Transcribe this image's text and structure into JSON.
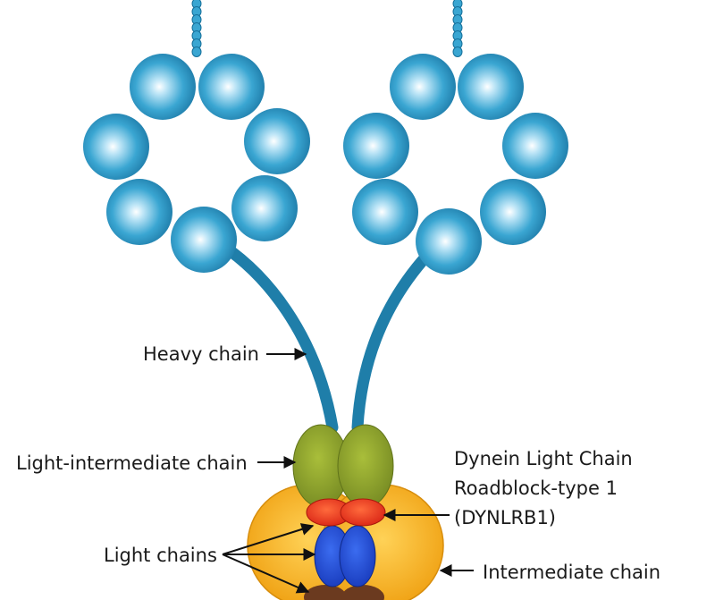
{
  "labels": {
    "heavy_chain": "Heavy chain",
    "light_intermediate_chain": "Light-intermediate chain",
    "dynlrb1_line1": "Dynein Light Chain",
    "dynlrb1_line2": "Roadblock-type 1",
    "dynlrb1_line3": "(DYNLRB1)",
    "light_chains": "Light chains",
    "intermediate_chain": "Intermediate chain"
  },
  "colors": {
    "bead_blue": "#2f9fcf",
    "stalk_blue": "#1f7ea9",
    "light_intermediate_green": "#8fa52c",
    "dynlrb1_red": "#e8321e",
    "light_chain_blue": "#1d4ed8",
    "intermediate_yellow": "#f5b21c",
    "brown_subunit": "#6b3a1f"
  }
}
